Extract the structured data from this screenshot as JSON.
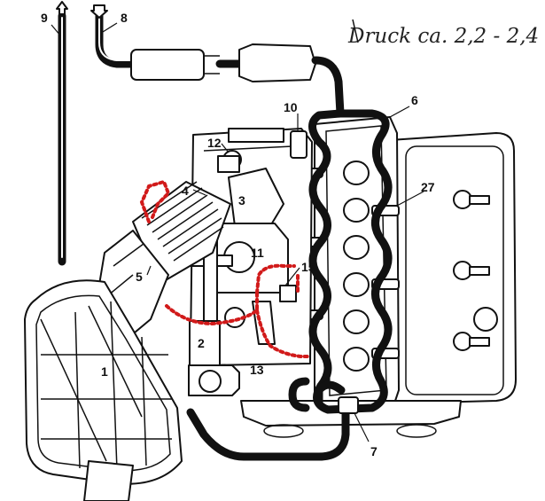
{
  "note": "Druck ca. 2,2 - 2,4",
  "labels": [
    "9",
    "8",
    "10",
    "6",
    "12",
    "4",
    "3",
    "27",
    "11",
    "15",
    "5",
    "2",
    "13",
    "1",
    "7"
  ],
  "colors": {
    "line": "#111111",
    "vacuum_line": "#d11a1a",
    "background": "#ffffff"
  },
  "icons": {
    "flow_arrow": "flow-arrow-icon"
  }
}
